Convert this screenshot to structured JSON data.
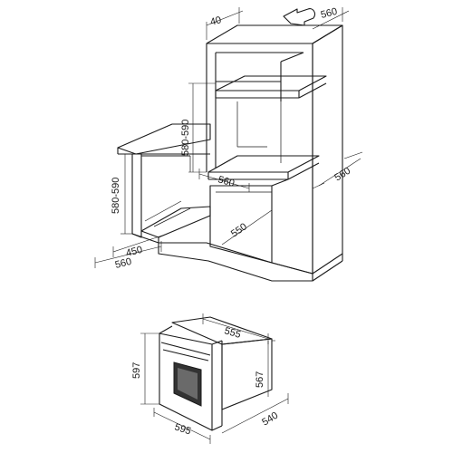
{
  "cabinet_diagram": {
    "dimensions": {
      "vent_gap_top": "40",
      "tall_cabinet_depth_top": "560",
      "tall_niche_height": "580-590",
      "tall_cabinet_depth_side": "560",
      "tall_niche_width": "560",
      "tall_niche_depth": "550",
      "under_counter_niche_height": "580-590",
      "under_counter_niche_width": "450",
      "under_counter_cabinet_width": "560"
    }
  },
  "oven_diagram": {
    "dimensions": {
      "body_width": "555",
      "front_height": "597",
      "body_height": "567",
      "front_width": "595",
      "body_depth": "540"
    }
  }
}
